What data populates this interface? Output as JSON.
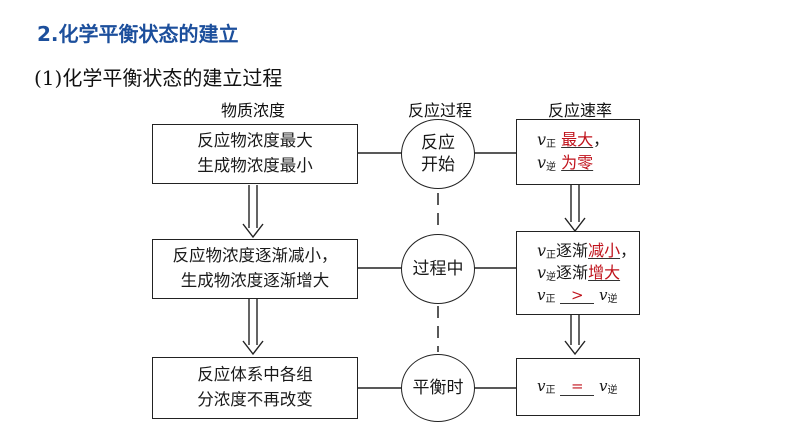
{
  "heading": "2.化学平衡状态的建立",
  "subheading": "(1)化学平衡状态的建立过程",
  "columns": {
    "left": "物质浓度",
    "middle": "反应过程",
    "right": "反应速率"
  },
  "rows": [
    {
      "concentration": [
        "反应物浓度最大",
        "生成物浓度最小"
      ],
      "stage": [
        "反应",
        "开始"
      ],
      "rate": {
        "forward_symbol": "v",
        "forward_sub": "正",
        "forward_answer": "最大",
        "forward_punct": "，",
        "reverse_symbol": "v",
        "reverse_sub": "逆",
        "reverse_answer": "为零"
      }
    },
    {
      "concentration": [
        "反应物浓度逐渐减小，",
        "生成物浓度逐渐增大"
      ],
      "stage": [
        "过程中"
      ],
      "rate": {
        "forward_prefix": "逐渐",
        "forward_answer": "减小",
        "forward_punct": "，",
        "reverse_prefix": "逐渐",
        "reverse_answer": "增大",
        "compare_answer": ">"
      }
    },
    {
      "concentration": [
        "反应体系中各组",
        "分浓度不再改变"
      ],
      "stage": [
        "平衡时"
      ],
      "rate": {
        "compare_answer": "="
      }
    }
  ],
  "colors": {
    "heading": "#1c4f9c",
    "answer": "#c0121b"
  }
}
